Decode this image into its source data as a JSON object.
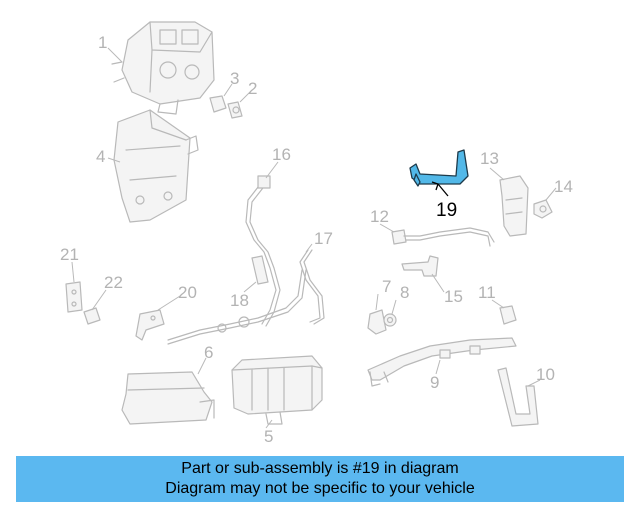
{
  "diagram": {
    "callouts": [
      "1",
      "2",
      "3",
      "4",
      "5",
      "6",
      "7",
      "8",
      "9",
      "10",
      "11",
      "12",
      "13",
      "14",
      "15",
      "16",
      "17",
      "18",
      "19",
      "20",
      "21",
      "22"
    ],
    "highlighted": "19"
  },
  "banner": {
    "line1": "Part or sub-assembly is #19 in diagram",
    "line2": "Diagram may not be specific to your vehicle",
    "color": "#5bb8f0"
  },
  "colors": {
    "highlight": "#52b8e8",
    "parts": "#b9b9b9"
  }
}
